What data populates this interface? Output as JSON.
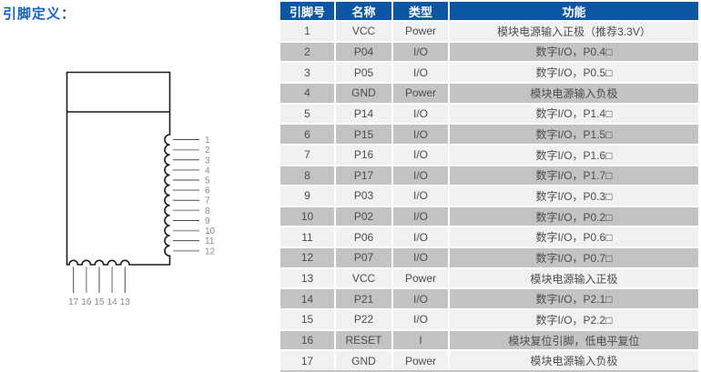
{
  "title": "引脚定义：",
  "diagram": {
    "right_pins": [
      "1",
      "2",
      "3",
      "4",
      "5",
      "6",
      "7",
      "8",
      "9",
      "10",
      "11",
      "12"
    ],
    "bottom_pins": [
      "17",
      "16",
      "15",
      "14",
      "13"
    ]
  },
  "table": {
    "headers": [
      "引脚号",
      "名称",
      "类型",
      "功能"
    ],
    "rows": [
      [
        "1",
        "VCC",
        "Power",
        "模块电源输入正极（推荐3.3V）"
      ],
      [
        "2",
        "P04",
        "I/O",
        "数字I/O，P0.4□"
      ],
      [
        "3",
        "P05",
        "I/O",
        "数字I/O，P0.5□"
      ],
      [
        "4",
        "GND",
        "Power",
        "模块电源输入负极"
      ],
      [
        "5",
        "P14",
        "I/O",
        "数字I/O，P1.4□"
      ],
      [
        "6",
        "P15",
        "I/O",
        "数字I/O，P1.5□"
      ],
      [
        "7",
        "P16",
        "I/O",
        "数字I/O，P1.6□"
      ],
      [
        "8",
        "P17",
        "I/O",
        "数字I/O，P1.7□"
      ],
      [
        "9",
        "P03",
        "I/O",
        "数字I/O，P0.3□"
      ],
      [
        "10",
        "P02",
        "I/O",
        "数字I/O，P0.2□"
      ],
      [
        "11",
        "P06",
        "I/O",
        "数字I/O，P0.6□"
      ],
      [
        "12",
        "P07",
        "I/O",
        "数字I/O，P0.7□"
      ],
      [
        "13",
        "VCC",
        "Power",
        "模块电源输入正极"
      ],
      [
        "14",
        "P21",
        "I/O",
        "数字I/O，P2.1□"
      ],
      [
        "15",
        "P22",
        "I/O",
        "数字I/O，P2.2□"
      ],
      [
        "16",
        "RESET",
        "I",
        "模块复位引脚，低电平复位"
      ],
      [
        "17",
        "GND",
        "Power",
        "模块电源输入负极"
      ]
    ]
  },
  "colors": {
    "header_bg": "#0b57a5",
    "title_color": "#1560c0",
    "row_odd": "#f1f1f1",
    "row_even": "#c3c3c3",
    "cell_text": "#4d4d4d",
    "outline": "#1c1c1c",
    "leader_dark": "#4a4a4a",
    "leader_gray": "#a6a6a6",
    "pin_label": "#8c8c8c"
  }
}
